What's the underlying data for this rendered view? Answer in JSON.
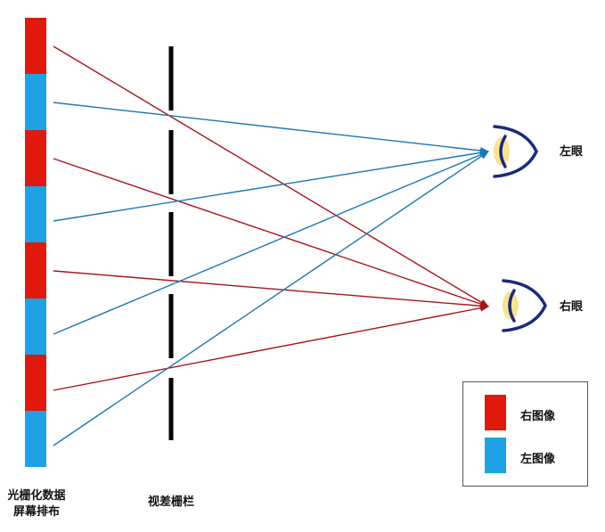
{
  "labels": {
    "screen_line1": "光栅化数据",
    "screen_line2": "屏幕排布",
    "barrier": "视差栅栏",
    "left_eye": "左眼",
    "right_eye": "右眼"
  },
  "legend": {
    "right_image": "右图像",
    "left_image": "左图像"
  },
  "colors": {
    "right_image": "#e0190d",
    "left_image": "#1ea2e4",
    "right_ray": "#a8131a",
    "left_ray": "#1a78b5",
    "barrier": "#000000",
    "eye_outline": "#1c2a7a",
    "eye_glow": "#f4e18a"
  },
  "screen_strips": [
    "right_image",
    "left_image",
    "right_image",
    "left_image",
    "right_image",
    "left_image",
    "right_image",
    "left_image"
  ]
}
